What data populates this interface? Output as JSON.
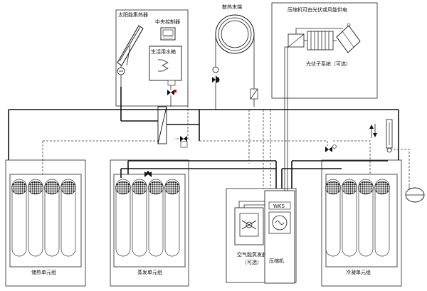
{
  "labels": {
    "solar_collector": "太阳能集热器",
    "central_controller": "中央控制器",
    "domestic_tank": "生活用水箱",
    "radiator": "散热末端",
    "pv_supply": "压缩机可由光伏或风能供电",
    "pv_system": "光伏子系统（可选）",
    "storage_unit": "储热单元组",
    "evap_unit": "蒸发单元组",
    "air_evap_line1": "空气能蒸发器",
    "air_evap_line2": "（可选）",
    "compressor": "压缩机",
    "cold_unit": "冷凝单元组",
    "wks": "WKS"
  }
}
